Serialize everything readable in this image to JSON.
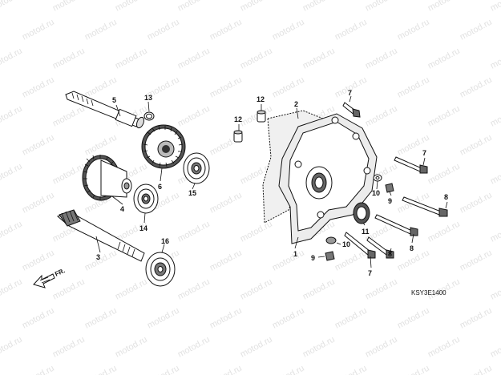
{
  "watermark": "motod.ru",
  "callouts": {
    "c1": "1",
    "c2": "2",
    "c3": "3",
    "c4": "4",
    "c5": "5",
    "c6": "6",
    "c7a": "7",
    "c7b": "7",
    "c8a": "8",
    "c8b": "8",
    "c8c": "8",
    "c9a": "9",
    "c9b": "9",
    "c10a": "10",
    "c10b": "10",
    "c11": "11",
    "c12a": "12",
    "c12b": "12",
    "c13": "13",
    "c14": "14",
    "c15": "15",
    "c16": "16"
  },
  "drawing_code": "KSY3E1400",
  "direction_label": "FR.",
  "icons": [
    "direction-arrow-icon"
  ]
}
